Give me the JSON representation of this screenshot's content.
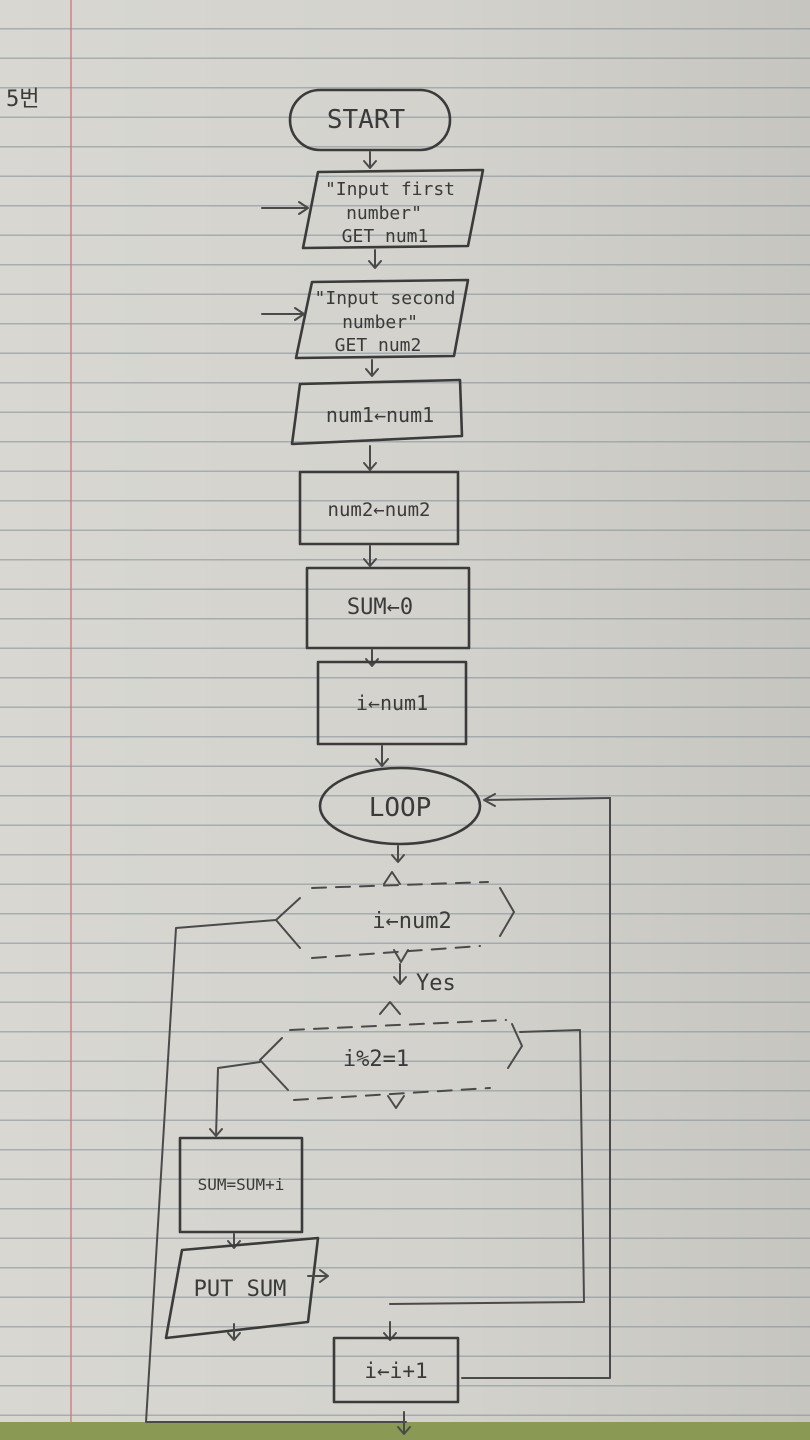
{
  "page_note": "5번",
  "flowchart": {
    "start": "START",
    "input1": [
      "\"Input first",
      "number\"",
      "GET num1"
    ],
    "input2": [
      "\"Input second",
      "number\"",
      "GET num2"
    ],
    "assign1": "num1←num1",
    "assign2": "num2←num2",
    "assign_sum": "SUM←0",
    "assign_i": "i←num1",
    "loop": "LOOP",
    "cond_loop": "i←num2",
    "yes_label": "Yes",
    "cond_odd": "i%2=1",
    "add_sum": "SUM=SUM+i",
    "output": "PUT SUM",
    "increment": "i←i+1"
  }
}
